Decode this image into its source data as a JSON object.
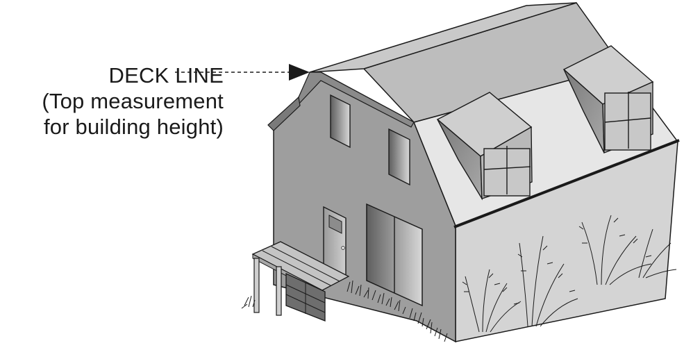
{
  "callout": {
    "title": "DECK LINE",
    "line2": "(Top measurement",
    "line3": "for building height)"
  },
  "colors": {
    "wall_front": "#9e9e9e",
    "wall_side": "#d4d4d4",
    "roof_upper": "#bdbdbd",
    "roof_lower": "#e6e6e6",
    "outline": "#1a1a1a"
  },
  "icons": {
    "pointer": "arrowhead-icon"
  }
}
